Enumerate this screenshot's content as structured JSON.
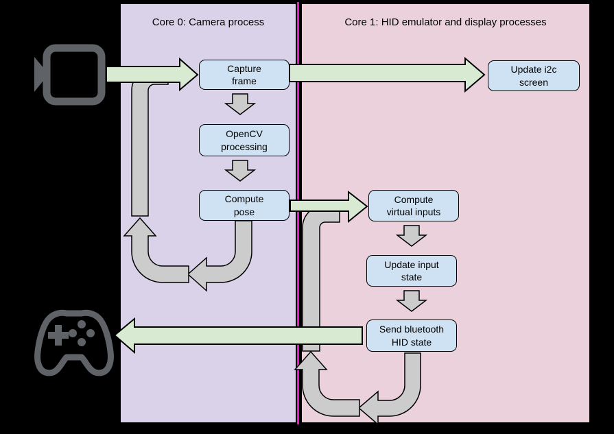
{
  "diagram": {
    "background_color": "#000000",
    "panels": {
      "core0": {
        "title": "Core 0: Camera process",
        "color": "#d9d2e9"
      },
      "core1": {
        "title": "Core 1: HID emulator and display processes",
        "color": "#ead1dc"
      }
    },
    "nodes": {
      "capture_frame": {
        "label": "Capture\nframe",
        "panel": "core0"
      },
      "opencv_processing": {
        "label": "OpenCV\nprocessing",
        "panel": "core0"
      },
      "compute_pose": {
        "label": "Compute\npose",
        "panel": "core0"
      },
      "update_i2c_screen": {
        "label": "Update i2c\nscreen",
        "panel": "core1"
      },
      "compute_virtual_inputs": {
        "label": "Compute\nvirtual inputs",
        "panel": "core1"
      },
      "update_input_state": {
        "label": "Update input\nstate",
        "panel": "core1"
      },
      "send_bluetooth_hid_state": {
        "label": "Send bluetooth\nHID state",
        "panel": "core1"
      }
    },
    "icons": {
      "video_camera": {
        "name": "video-camera-icon",
        "color": "#5f6368"
      },
      "gamepad": {
        "name": "gamepad-icon",
        "color": "#5f6368"
      }
    },
    "edges": [
      {
        "from": "video_camera",
        "to": "capture_frame",
        "style": "green-block-arrow"
      },
      {
        "from": "capture_frame",
        "to": "update_i2c_screen",
        "style": "green-block-arrow"
      },
      {
        "from": "capture_frame",
        "to": "opencv_processing",
        "style": "gray-block-arrow"
      },
      {
        "from": "opencv_processing",
        "to": "compute_pose",
        "style": "gray-block-arrow"
      },
      {
        "from": "compute_pose",
        "to": "compute_virtual_inputs",
        "style": "green-block-arrow"
      },
      {
        "from": "compute_pose",
        "to": "capture_frame",
        "style": "gray-loop-arrow"
      },
      {
        "from": "compute_virtual_inputs",
        "to": "update_input_state",
        "style": "gray-block-arrow"
      },
      {
        "from": "update_input_state",
        "to": "send_bluetooth_hid_state",
        "style": "gray-block-arrow"
      },
      {
        "from": "send_bluetooth_hid_state",
        "to": "gamepad",
        "style": "green-block-arrow"
      },
      {
        "from": "send_bluetooth_hid_state",
        "to": "compute_virtual_inputs",
        "style": "gray-loop-arrow"
      }
    ],
    "colors": {
      "node_fill": "#cfe2f3",
      "green_arrow": "#d9ead3",
      "gray_arrow": "#cccccc",
      "outline": "#000000",
      "core_divider": "#e619c8",
      "icon": "#5f6368"
    }
  }
}
